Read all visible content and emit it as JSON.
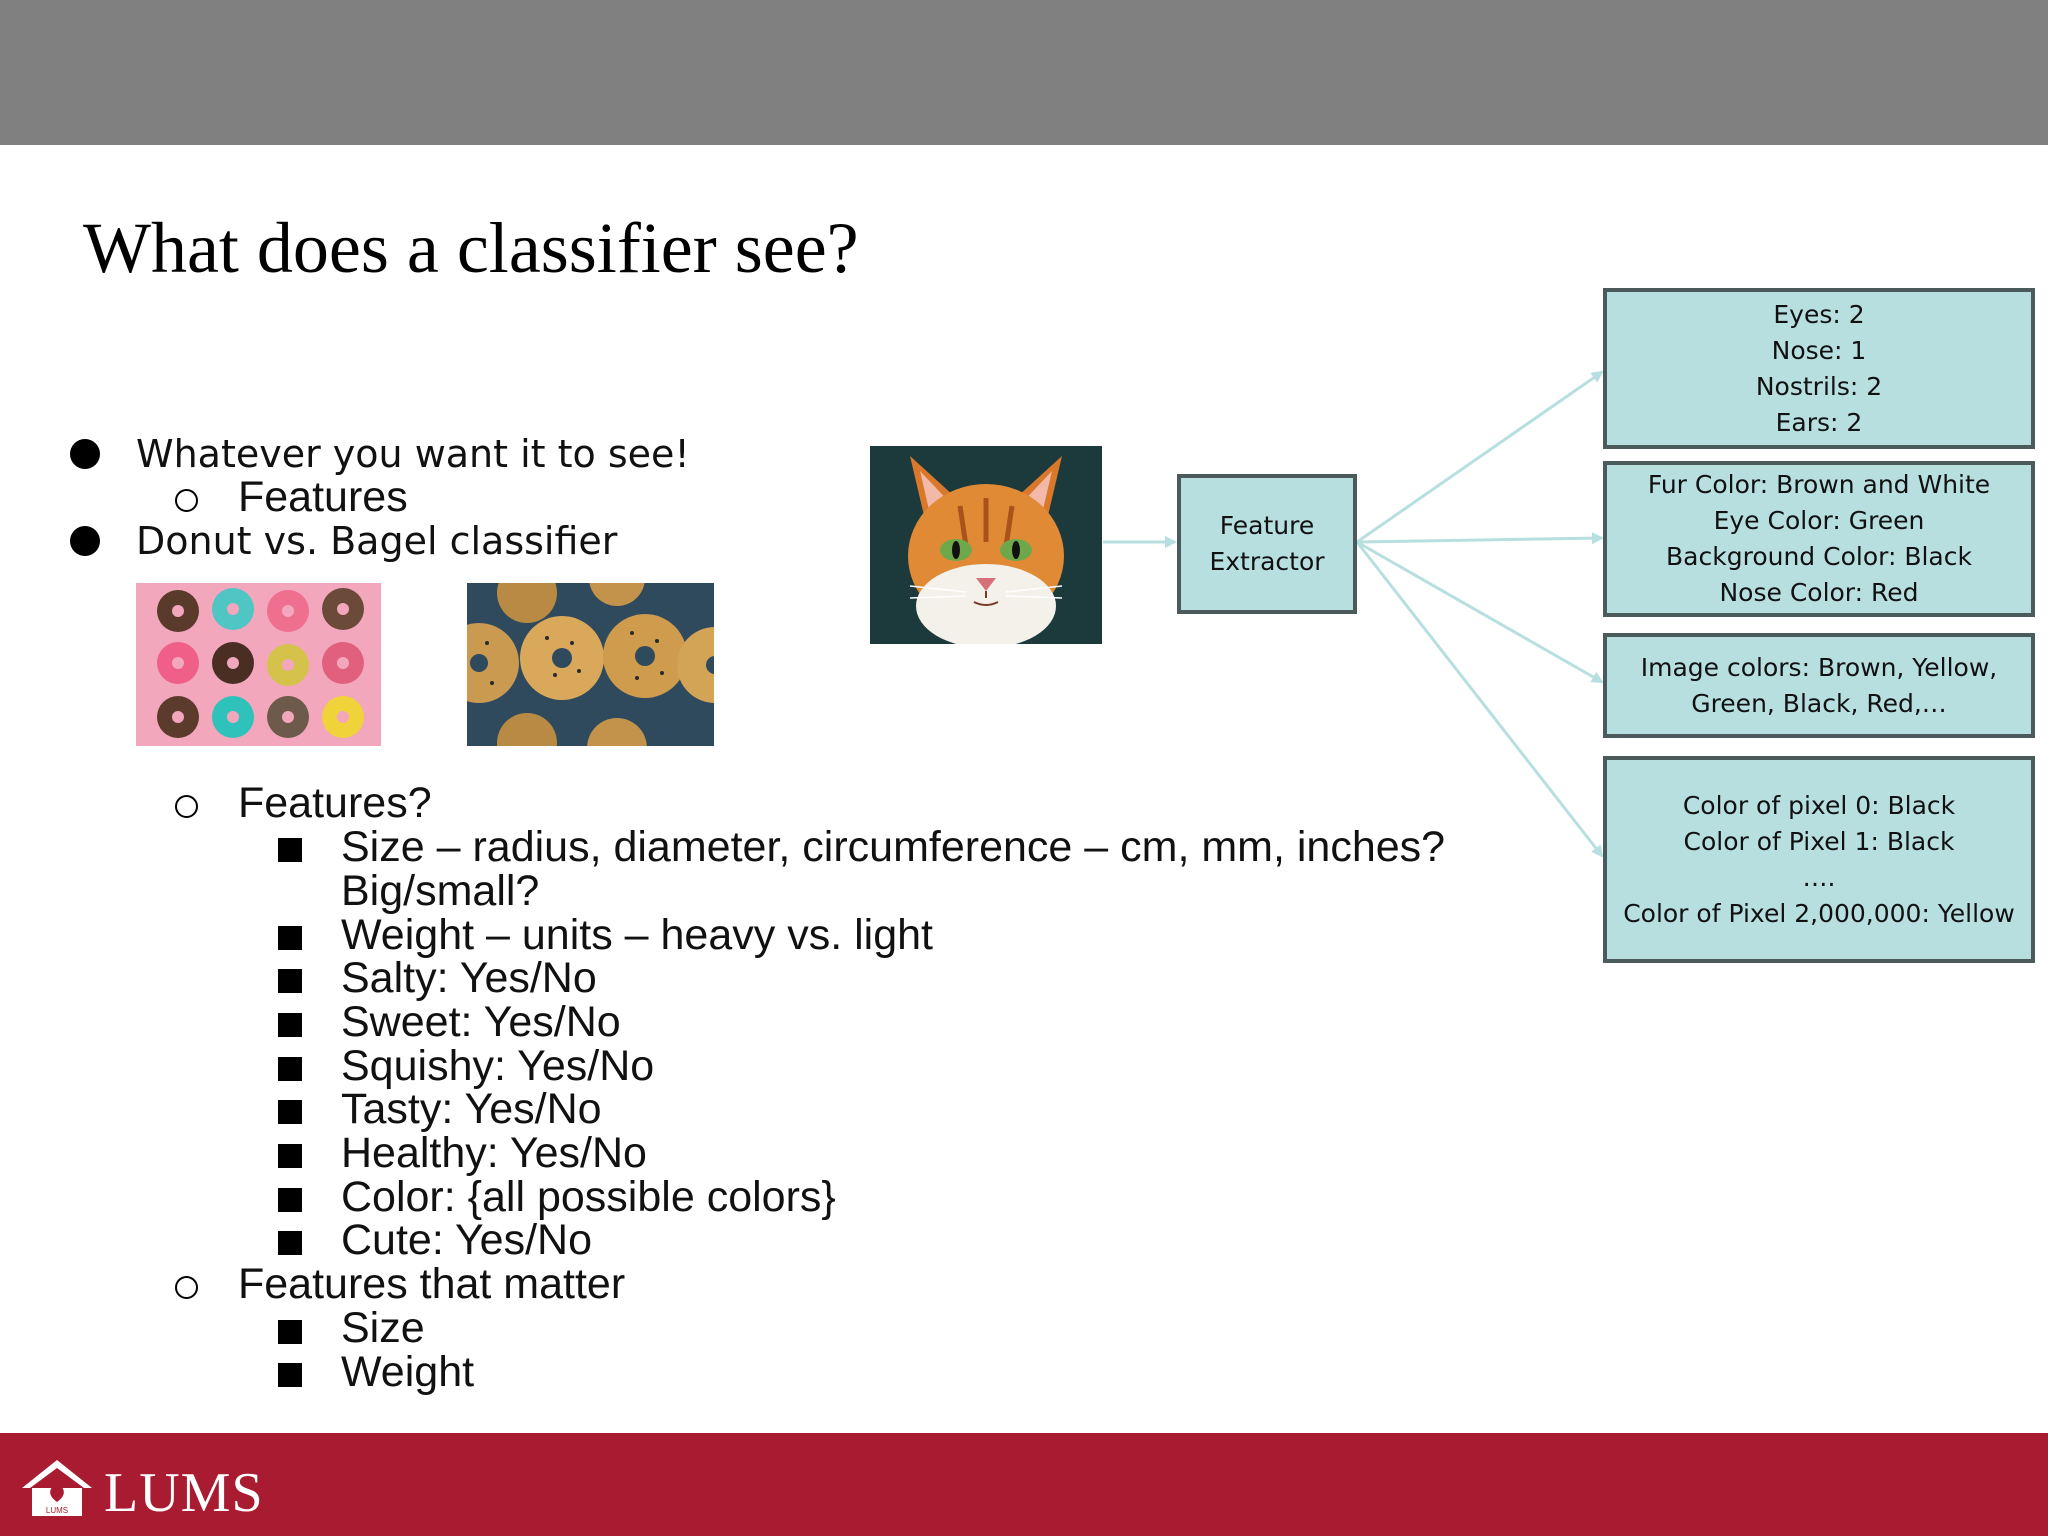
{
  "slide": {
    "title": "What does a classifier see?"
  },
  "bullets": {
    "b1": "Whatever you want it to see!",
    "b1_sub": "Features",
    "b2": "Donut vs. Bagel classifier",
    "features_q": "Features?",
    "items": [
      "Size – radius, diameter, circumference – cm, mm, inches?",
      "Big/small?",
      "Weight – units – heavy vs. light",
      "Salty: Yes/No",
      "Sweet: Yes/No",
      "Squishy: Yes/No",
      "Tasty: Yes/No",
      "Healthy: Yes/No",
      "Color: {all possible colors}",
      "Cute: Yes/No"
    ],
    "features_matter": "Features that matter",
    "matter_items": [
      "Size",
      "Weight"
    ]
  },
  "diagram": {
    "extractor": [
      "Feature",
      "Extractor"
    ],
    "outputs": [
      [
        "Eyes: 2",
        "Nose: 1",
        "Nostrils: 2",
        "Ears: 2"
      ],
      [
        "Fur Color: Brown and White",
        "Eye Color: Green",
        "Background Color: Black",
        "Nose Color: Red"
      ],
      [
        "Image colors: Brown, Yellow,",
        "Green, Black, Red,…"
      ],
      [
        "Color of pixel 0: Black",
        "Color of Pixel 1: Black",
        "….",
        "Color of Pixel 2,000,000: Yellow"
      ]
    ]
  },
  "images": {
    "donuts": "donut-photo",
    "bagels": "bagel-photo",
    "cat": "cat-photo"
  },
  "footer": {
    "logo_text": "LUMS",
    "logo_mark_text": "LUMS"
  },
  "colors": {
    "top_bar": "#808080",
    "footer": "#a81b30",
    "box_fill": "#b7dfe0",
    "box_border": "#4b5a5a",
    "arrow": "#b7dfe0"
  }
}
